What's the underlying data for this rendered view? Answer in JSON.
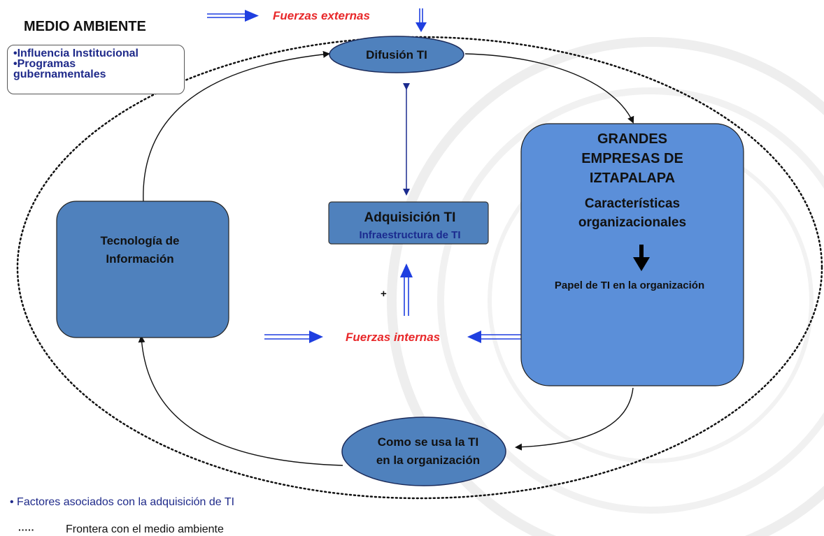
{
  "title": "MEDIO AMBIENTE",
  "influence_items": [
    "•Influencia Institucional",
    "•Programas gubernamentales"
  ],
  "external_forces": "Fuerzas externas",
  "internal_forces": "Fuerzas internas",
  "plus_sign": "+",
  "nodes": {
    "difusion": "Difusión TI",
    "adquisicion_title": "Adquisición TI",
    "adquisicion_sub": "Infraestructura de TI",
    "tecnologia": [
      "Tecnología de",
      "Información"
    ],
    "grandes": [
      "GRANDES",
      "EMPRESAS DE",
      "IZTAPALAPA"
    ],
    "caracteristicas": [
      "Características",
      "organizacionales"
    ],
    "papel": "Papel de TI en la organización",
    "uso": [
      "Como se usa la TI",
      "en la organización"
    ]
  },
  "legend": {
    "factores": "• Factores asociados con la adquisición de TI",
    "frontera_symbol": "·····",
    "frontera": "Frontera con el medio ambiente"
  },
  "colors": {
    "node_fill": "#4f81bd",
    "big_box_fill": "#5b8fd9",
    "forces_text": "#e8282a",
    "blue_arrow": "#1f3fe0",
    "legend_text": "#1f2a8a"
  }
}
